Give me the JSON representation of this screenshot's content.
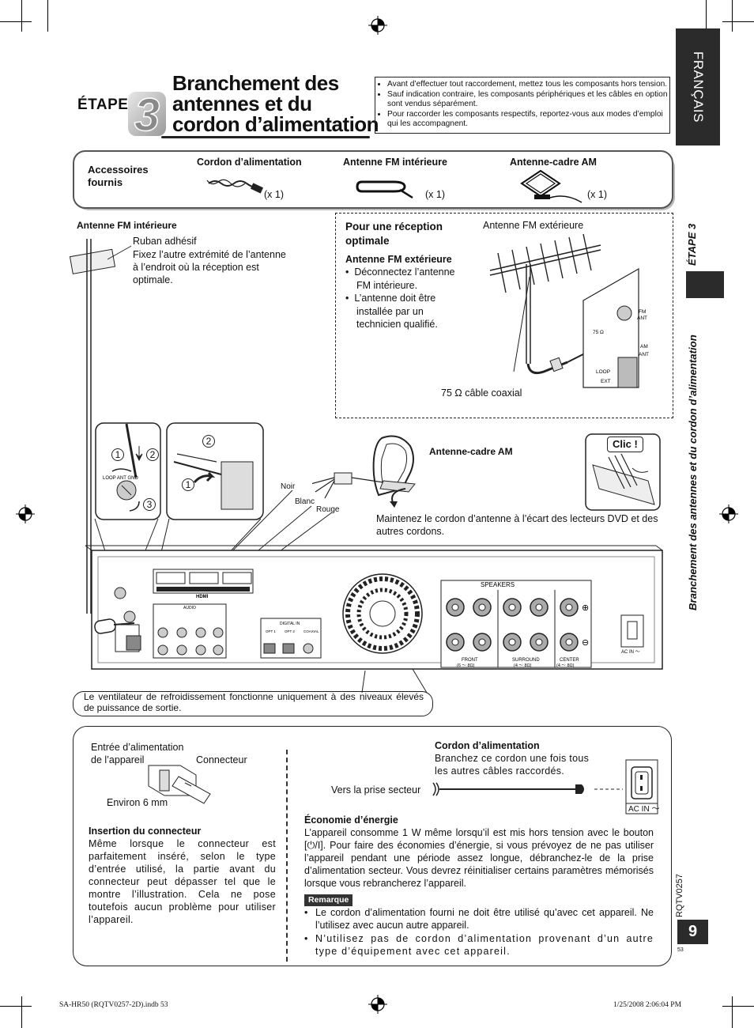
{
  "header": {
    "etape": "ÉTAPE",
    "step_number": "3",
    "title_line1": "Branchement des",
    "title_line2": "antennes et du",
    "title_line3": "cordon d’alimentation"
  },
  "notes": [
    "Avant d’effectuer tout raccordement, mettez tous les composants hors tension.",
    "Sauf indication contraire, les composants périphériques et les câbles en option sont vendus séparément.",
    "Pour raccorder les composants respectifs, reportez-vous aux modes d’emploi qui les accompagnent."
  ],
  "side": {
    "language_tab": "FRANÇAIS",
    "etape_label": "ÉTAPE 3",
    "section_title": "Branchement des antennes et du cordon d’alimentation",
    "doc_code": "RQTV0257",
    "page_number": "9",
    "small_page": "53"
  },
  "accessories": {
    "label_line1": "Accessoires",
    "label_line2": "fournis",
    "items": [
      {
        "name": "Cordon d’alimentation",
        "qty": "(x 1)"
      },
      {
        "name": "Antenne FM intérieure",
        "qty": "(x 1)"
      },
      {
        "name": "Antenne-cadre AM",
        "qty": "(x 1)"
      }
    ]
  },
  "fm_indoor": {
    "title": "Antenne FM intérieure",
    "tape_label": "Ruban adhésif",
    "instruction_line1": "Fixez l’autre extrémité de l’antenne",
    "instruction_line2": "à l’endroit où la réception est",
    "instruction_line3": "optimale."
  },
  "optimal": {
    "title_line1": "Pour une réception",
    "title_line2": "optimale",
    "subtitle": "Antenne FM extérieure",
    "bullet1_line1": "Déconnectez l’antenne",
    "bullet1_line2": "FM intérieure.",
    "bullet2_line1": "L’antenne doit être",
    "bullet2_line2": "installée par un",
    "bullet2_line3": "technicien qualifié.",
    "outdoor_label": "Antenne FM extérieure",
    "coax_label": "75 Ω câble coaxial",
    "panel_fm": "FM",
    "panel_ant": "ANT",
    "panel_am": "AM",
    "panel_75": "75 Ω",
    "panel_loop": "LOOP",
    "panel_ext": "EXT"
  },
  "am_loop": {
    "title": "Antenne-cadre AM",
    "clic": "Clic !",
    "wire_black": "Noir",
    "wire_white": "Blanc",
    "wire_red": "Rouge",
    "keep_away_line1": "Maintenez le cordon d’antenne à l’écart des lecteurs DVD et des",
    "keep_away_line2": "autres cordons.",
    "step1": "1",
    "step2": "2",
    "step3": "3",
    "loop_ant_gnd": "LOOP ANT GND"
  },
  "rear_panel": {
    "speakers": "SPEAKERS",
    "front": "FRONT",
    "front_imp": "(6 ～ 8Ω)",
    "surround": "SURROUND",
    "surround_imp": "(4 ～ 8Ω)",
    "center": "CENTER",
    "center_imp": "(4 ～ 8Ω)",
    "ac_in": "AC IN ～",
    "hdmi": "HDMI",
    "audio": "AUDIO",
    "digital_in": "DIGITAL IN",
    "opt1": "OPT 1",
    "opt2": "OPT 2",
    "coaxial": "COAXIAL"
  },
  "fan_note": "Le ventilateur de refroidissement fonctionne uniquement à des niveaux élevés de puissance de sortie.",
  "bottom": {
    "inlet_line1": "Entrée d’alimentation",
    "inlet_line2": "de l’appareil",
    "connector": "Connecteur",
    "approx": "Environ 6 mm",
    "insertion_title": "Insertion du connecteur",
    "insertion_text": "Même lorsque le connecteur est parfaitement inséré, selon le type d’entrée utilisé, la partie avant du connecteur peut dépasser tel que le montre l’illustration. Cela ne pose toutefois aucun problème pour utiliser l’appareil.",
    "cord_title": "Cordon d’alimentation",
    "cord_text_line1": "Branchez ce cordon une fois tous",
    "cord_text_line2": "les autres câbles raccordés.",
    "to_outlet": "Vers la prise secteur",
    "ac_in": "AC IN ～",
    "economy_title": "Économie d’énergie",
    "economy_text": "L’appareil consomme 1 W même lorsqu’il est mis hors tension avec le bouton [⏻/I]. Pour faire des économies d’énergie, si vous prévoyez de ne pas utiliser l’appareil pendant une période assez longue, débranchez-le de la prise d’alimentation secteur. Vous devrez réinitialiser certains paramètres mémorisés lorsque vous rebrancherez l’appareil.",
    "remarque": "Remarque",
    "remark1": "Le cordon d’alimentation fourni ne doit être utilisé qu’avec cet appareil. Ne l’utilisez avec aucun autre appareil.",
    "remark2": "N’utilisez pas de cordon d’alimentation provenant d’un autre type d’équipement avec cet appareil."
  },
  "footer": {
    "file": "SA-HR50 (RQTV0257-2D).indb   53",
    "date": "1/25/2008   2:06:04 PM"
  }
}
